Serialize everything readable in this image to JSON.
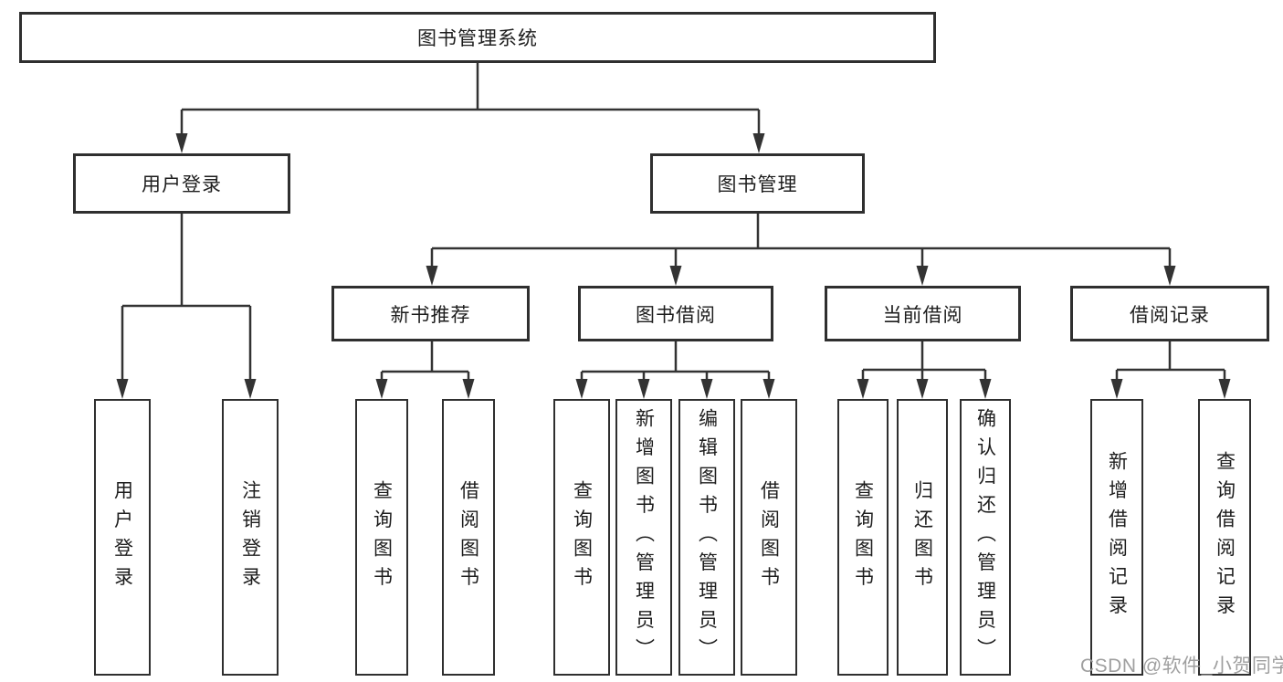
{
  "diagram_title": "图书管理系统",
  "colors": {
    "background": "#ffffff",
    "box_border": "#2f2f2f",
    "connector_line": "#333333",
    "text": "#1d1d1d",
    "watermark_text": "#9a9a9a"
  },
  "nodes": {
    "root": {
      "label": "图书管理系统"
    },
    "level2": [
      {
        "label": "用户登录"
      },
      {
        "label": "图书管理"
      }
    ],
    "level3": [
      {
        "label": "新书推荐",
        "parent": "图书管理"
      },
      {
        "label": "图书借阅",
        "parent": "图书管理"
      },
      {
        "label": "当前借阅",
        "parent": "图书管理"
      },
      {
        "label": "借阅记录",
        "parent": "图书管理"
      }
    ],
    "leaves": [
      {
        "label": "用户登录",
        "parent": "用户登录"
      },
      {
        "label": "注销登录",
        "parent": "用户登录"
      },
      {
        "label": "查询图书",
        "parent": "新书推荐"
      },
      {
        "label": "借阅图书",
        "parent": "新书推荐"
      },
      {
        "label": "查询图书",
        "parent": "图书借阅"
      },
      {
        "label": "新增图书（管理员）",
        "parent": "图书借阅"
      },
      {
        "label": "编辑图书（管理员）",
        "parent": "图书借阅"
      },
      {
        "label": "借阅图书",
        "parent": "图书借阅"
      },
      {
        "label": "查询图书",
        "parent": "当前借阅"
      },
      {
        "label": "归还图书",
        "parent": "当前借阅"
      },
      {
        "label": "确认归还（管理员）",
        "parent": "当前借阅"
      },
      {
        "label": "新增借阅记录",
        "parent": "借阅记录"
      },
      {
        "label": "查询借阅记录",
        "parent": "借阅记录"
      }
    ]
  },
  "watermark": {
    "text": "CSDN @软件_小贺同学"
  }
}
